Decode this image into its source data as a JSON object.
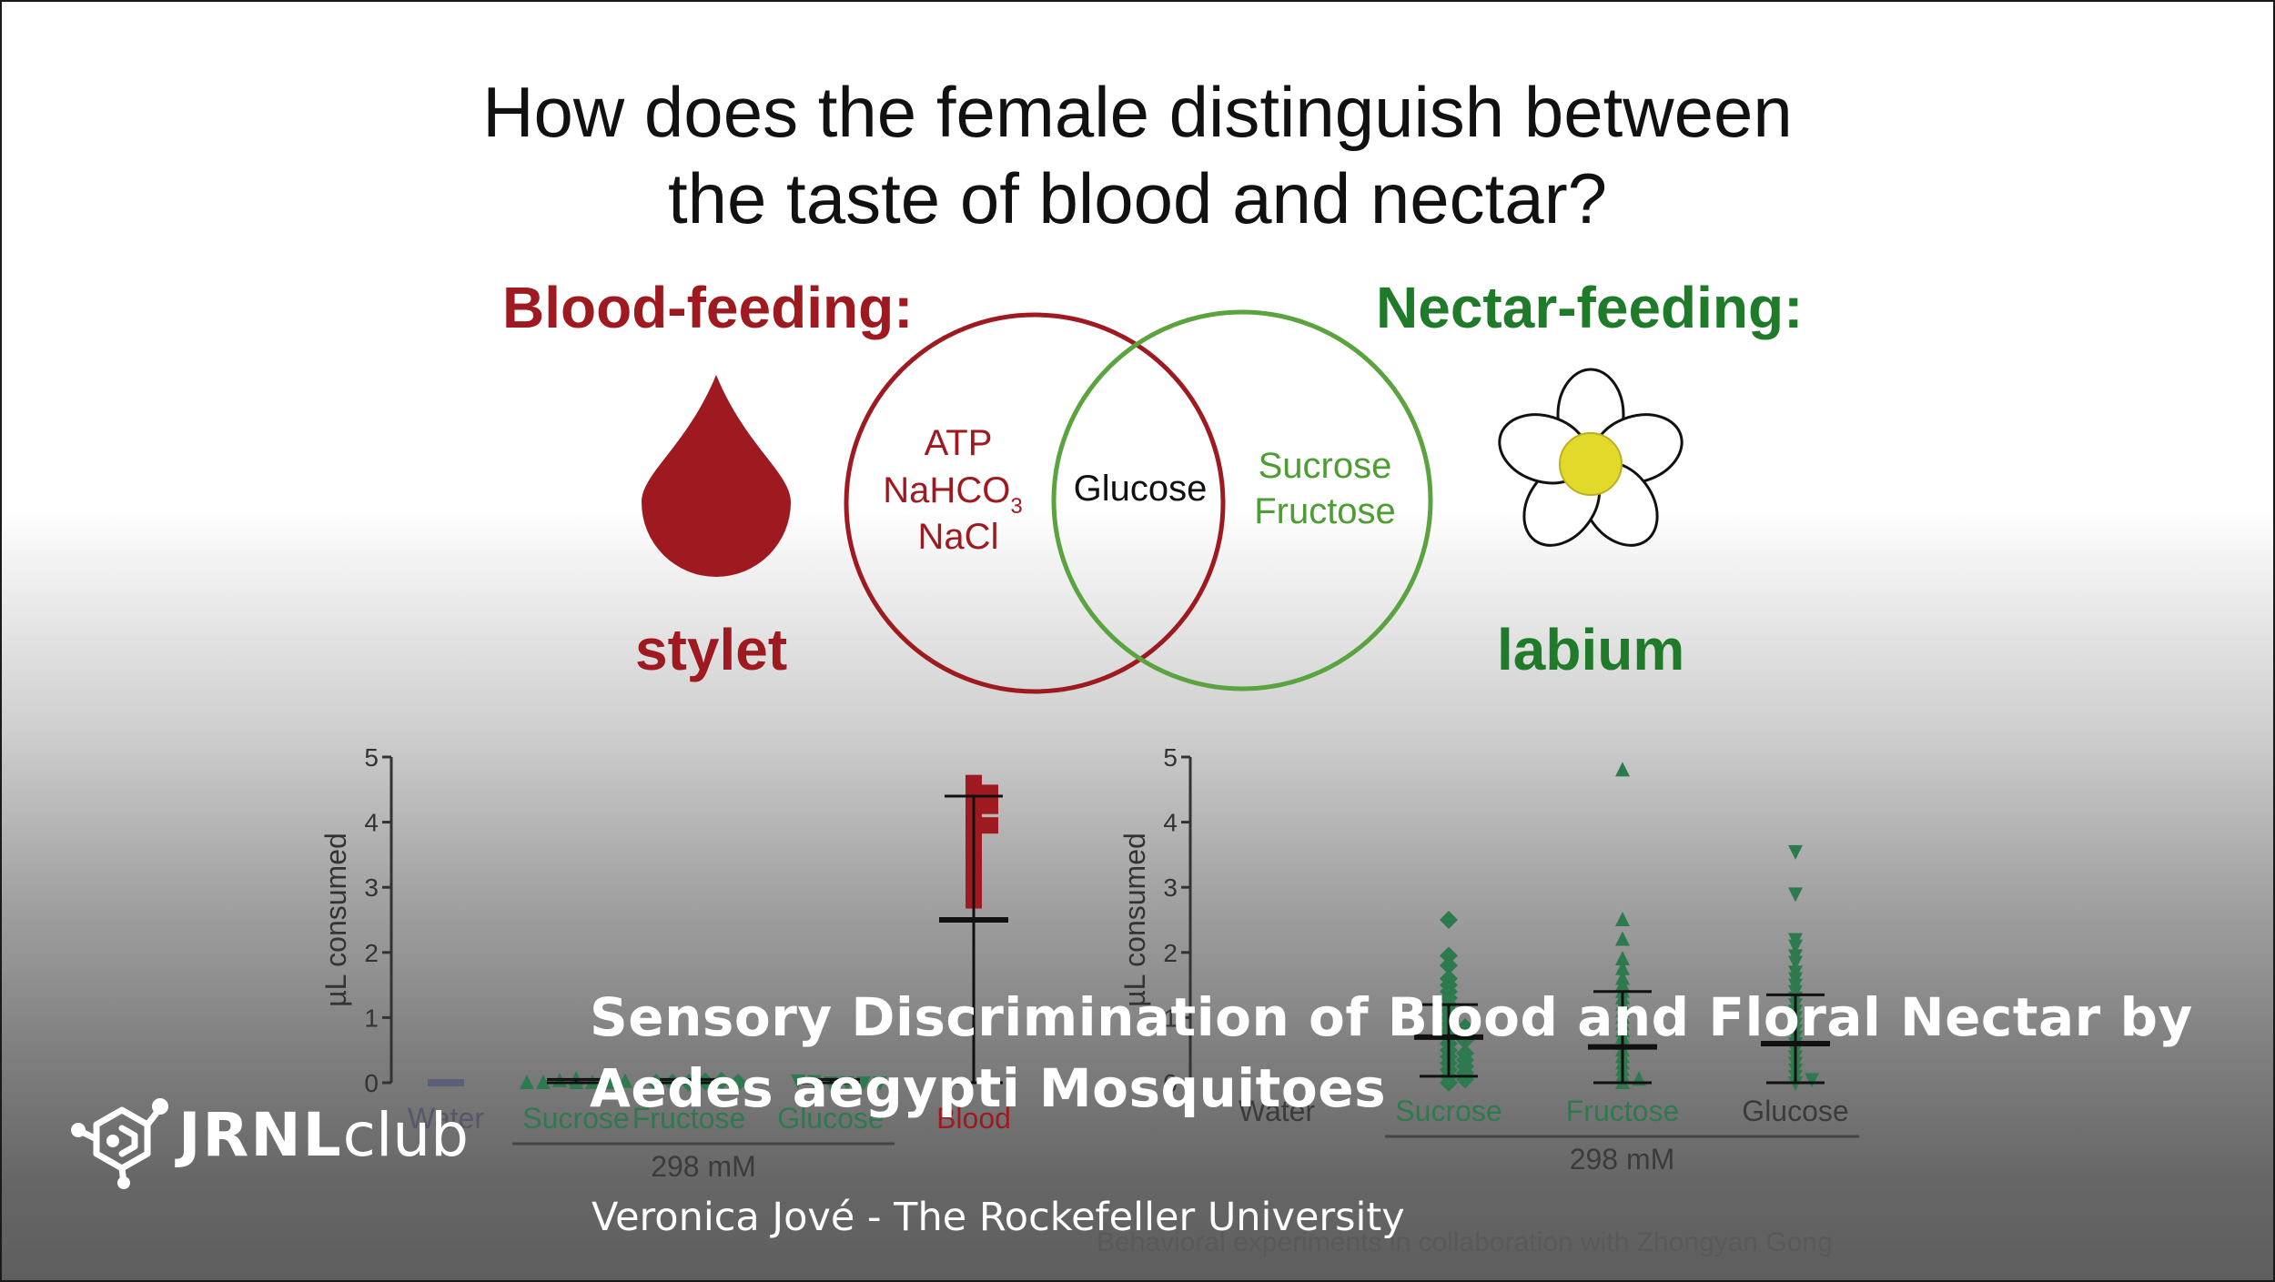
{
  "slide": {
    "question_line1": "How does the female distinguish between",
    "question_line2": "the taste of blood and nectar?",
    "blood_heading": "Blood-feeding:",
    "nectar_heading": "Nectar-feeding:",
    "blood_organ": "stylet",
    "nectar_organ": "labium",
    "venn": {
      "left_items": [
        "ATP",
        "NaHCO",
        "NaCl"
      ],
      "left_subscript": "3",
      "center_item": "Glucose",
      "right_items": [
        "Sucrose",
        "Fructose"
      ]
    },
    "credit_note": "Behavioral experiments in collaboration with Zhongyan Gong"
  },
  "colors": {
    "blood_red": "#9e1a20",
    "nectar_green": "#1f7a2a",
    "venn_green": "#5aa33e",
    "flower_center": "#e2d92b",
    "plot_green": "#2e7a4f",
    "axis": "#333333"
  },
  "chart_data": [
    {
      "type": "scatter",
      "ylabel": "µL consumed",
      "ylim": [
        0,
        5
      ],
      "yticks": [
        "0",
        "1",
        "2",
        "3",
        "4",
        "5"
      ],
      "categories": [
        "Water",
        "Sucrose",
        "Fructose",
        "Glucose",
        "Blood"
      ],
      "group_label": "298 mM",
      "group_covers": [
        "Sucrose",
        "Fructose",
        "Glucose"
      ],
      "medians": [
        0,
        0,
        0,
        0,
        2.5
      ],
      "spread": [
        [
          0,
          0
        ],
        [
          0,
          0.05
        ],
        [
          0,
          0.05
        ],
        [
          0,
          0.05
        ],
        [
          0,
          4.4
        ]
      ],
      "points": {
        "Water": [
          0,
          0,
          0,
          0,
          0,
          0,
          0,
          0,
          0,
          0
        ],
        "Sucrose": [
          0,
          0,
          0.03,
          0,
          0.05,
          0,
          0.02,
          0
        ],
        "Fructose": [
          0,
          0.02,
          0,
          0.03,
          0,
          0
        ],
        "Glucose": [
          0,
          0,
          0.02,
          0,
          0.03,
          0
        ],
        "Blood": [
          4.6,
          4.5,
          4.45,
          4.4,
          4.3,
          4.25,
          4.2,
          4.1,
          4.0,
          3.95,
          3.9,
          3.8,
          3.7,
          3.6,
          3.5,
          3.4,
          3.3,
          3.2,
          3.1,
          3.0,
          2.9,
          2.8
        ]
      }
    },
    {
      "type": "scatter",
      "ylabel": "µL consumed",
      "ylim": [
        0,
        5
      ],
      "yticks": [
        "0",
        "1",
        "2",
        "3",
        "4",
        "5"
      ],
      "categories": [
        "Water",
        "Sucrose",
        "Fructose",
        "Glucose"
      ],
      "group_label": "298 mM",
      "group_covers": [
        "Sucrose",
        "Fructose",
        "Glucose"
      ],
      "medians": [
        0,
        0.7,
        0.55,
        0.6
      ],
      "spread": [
        [
          0,
          0
        ],
        [
          0.1,
          1.2
        ],
        [
          0,
          1.4
        ],
        [
          0,
          1.35
        ]
      ],
      "points": {
        "Water": [],
        "Sucrose": [
          2.5,
          1.95,
          1.8,
          1.6,
          1.5,
          1.4,
          1.3,
          1.2,
          1.1,
          1.0,
          0.9,
          0.85,
          0.8,
          0.7,
          0.65,
          0.6,
          0.5,
          0.45,
          0.4,
          0.35,
          0.3,
          0.25,
          0.2,
          0.15,
          0.1,
          0.05,
          0
        ],
        "Fructose": [
          4.8,
          2.5,
          2.2,
          1.9,
          1.75,
          1.6,
          1.5,
          1.4,
          1.3,
          1.2,
          1.1,
          1.0,
          0.9,
          0.8,
          0.7,
          0.6,
          0.5,
          0.4,
          0.3,
          0.2,
          0.1,
          0.05,
          0
        ],
        "Glucose": [
          3.55,
          2.9,
          2.2,
          2.1,
          1.95,
          1.85,
          1.7,
          1.6,
          1.5,
          1.4,
          1.3,
          1.2,
          1.1,
          1.0,
          0.9,
          0.8,
          0.7,
          0.6,
          0.5,
          0.4,
          0.3,
          0.2,
          0.1,
          0.05,
          0
        ]
      }
    }
  ],
  "overlay": {
    "title_line1": "Sensory Discrimination of Blood and Floral Nectar by",
    "title_line2": "Aedes aegypti Mosquitoes",
    "author": "Veronica Jové - The Rockefeller University"
  },
  "logo": {
    "text_strong": "JRNL",
    "text_light": "club",
    "icon": "molecule-icon"
  }
}
